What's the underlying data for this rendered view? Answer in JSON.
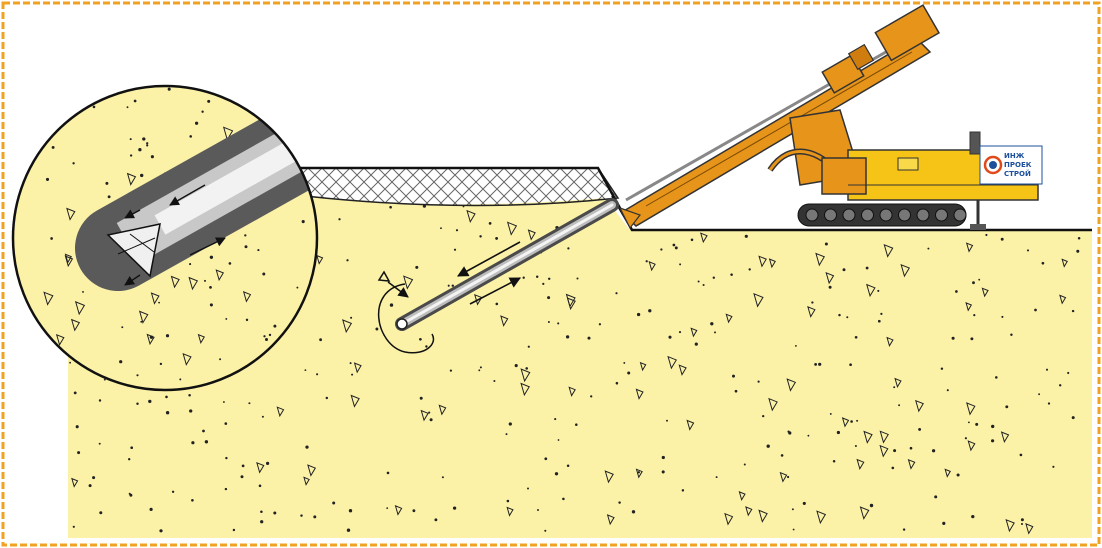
{
  "colors": {
    "frame": "#f2a222",
    "soil": "#fbf2a8",
    "soil_speck": "#222222",
    "embankment": "#c9c9c9",
    "rig_boom": "#e7941a",
    "rig_body": "#f6c416",
    "track": "#333333",
    "rod_dark": "#5a5a5a",
    "rod_light": "#eaeaea"
  },
  "icons": {
    "frame": "border-frame",
    "magnifier": "magnifier-circle",
    "drill_bit": "drill-bit-icon",
    "rotation": "rotation-arrow-icon",
    "flow_arrows": "flow-arrow-icon",
    "rig": "drilling-rig"
  },
  "logo": {
    "lines": [
      "ИНЖ",
      "ПРОЕК",
      "СТРОЙ"
    ]
  }
}
